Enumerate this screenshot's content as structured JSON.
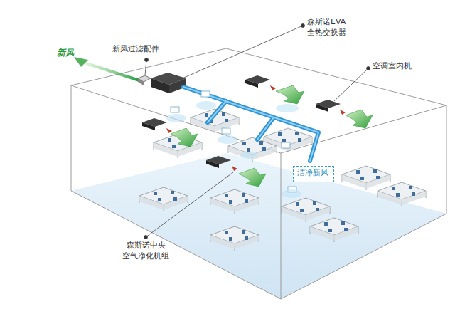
{
  "diagram": {
    "nodes": [
      {
        "text": [
          "洁净新风"
        ]
      }
    ],
    "labels": [
      "新风",
      "新风过滤配件",
      "森斯诺EVA 全热交换器",
      "空调室内机",
      "森斯诺中央 空气净化机组"
    ]
  }
}
